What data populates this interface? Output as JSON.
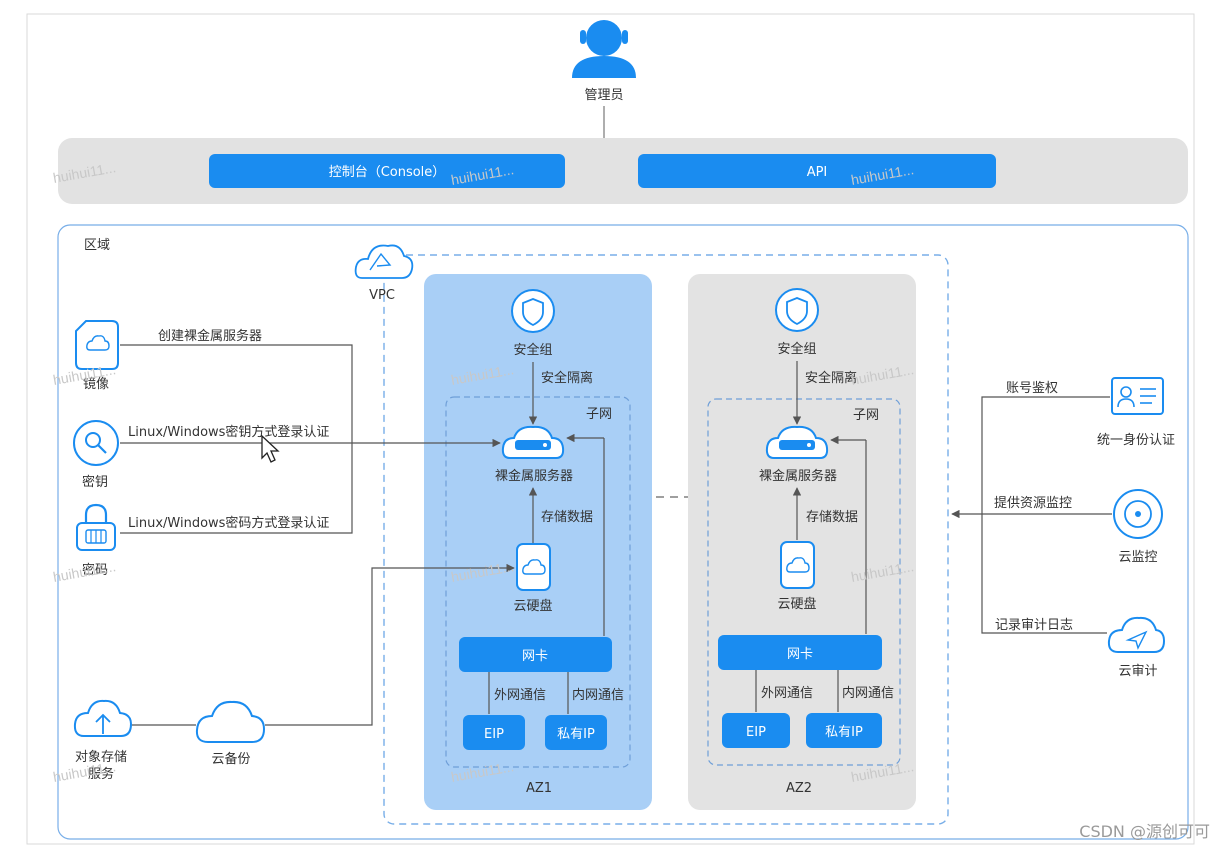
{
  "actor": {
    "label": "管理员"
  },
  "access": {
    "console": "控制台（Console）",
    "api": "API"
  },
  "region": {
    "label": "区域"
  },
  "vpc": {
    "label": "VPC"
  },
  "left_services": {
    "image": "镜像",
    "key": "密钥",
    "password": "密码",
    "object_storage": "对象存储服务",
    "cloud_backup": "云备份"
  },
  "left_links": {
    "create": "创建裸金属服务器",
    "key_login": "Linux/Windows密钥方式登录认证",
    "password_login": "Linux/Windows密码方式登录认证"
  },
  "az1": {
    "label": "AZ1",
    "security_group": "安全组",
    "isolation": "安全隔离",
    "subnet": "子网",
    "server": "裸金属服务器",
    "storage_data": "存储数据",
    "disk": "云硬盘",
    "nic": "网卡",
    "external_comm": "外网通信",
    "internal_comm": "内网通信",
    "eip": "EIP",
    "private_ip": "私有IP"
  },
  "az2": {
    "label": "AZ2",
    "security_group": "安全组",
    "isolation": "安全隔离",
    "subnet": "子网",
    "server": "裸金属服务器",
    "storage_data": "存储数据",
    "disk": "云硬盘",
    "nic": "网卡",
    "external_comm": "外网通信",
    "internal_comm": "内网通信",
    "eip": "EIP",
    "private_ip": "私有IP"
  },
  "right_services": {
    "iam": "统一身份认证",
    "monitor": "云监控",
    "audit": "云审计"
  },
  "right_links": {
    "auth": "账号鉴权",
    "monitoring": "提供资源监控",
    "logs": "记录审计日志"
  },
  "watermark": "huihui11...",
  "footer": "CSDN @源创可可",
  "colors": {
    "blue": "#1a8cf0",
    "light_blue_bg": "#a9cff6",
    "gray_bg": "#e3e3e3",
    "border": "#78aee8"
  }
}
